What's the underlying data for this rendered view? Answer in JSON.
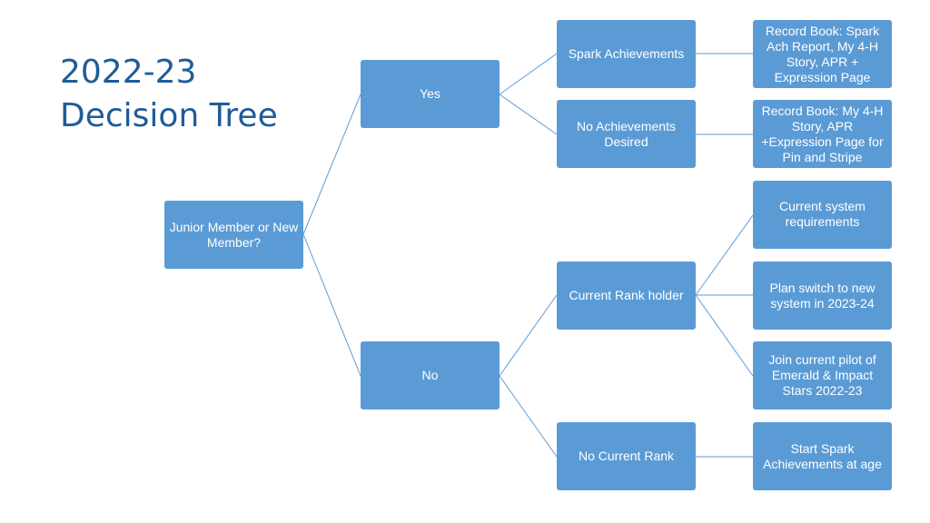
{
  "title": {
    "line1": "2022-23",
    "line2": "Decision Tree"
  },
  "nodes": {
    "root": "Junior Member or New Member?",
    "yes": "Yes",
    "no": "No",
    "spark_achievements": "Spark Achievements",
    "no_achievements_desired": "No Achievements Desired",
    "current_rank_holder": "Current Rank holder",
    "no_current_rank": "No Current Rank",
    "record_book_spark": "Record Book: Spark Ach Report, My 4-H Story, APR + Expression Page",
    "record_book_pin_stripe": "Record Book: My 4-H Story, APR +Expression Page for Pin and Stripe",
    "current_system": "Current system requirements",
    "plan_switch": "Plan switch to new system in 2023-24",
    "join_pilot": "Join current pilot of Emerald & Impact Stars 2022-23",
    "start_spark": "Start Spark Achievements at age"
  },
  "colors": {
    "node_fill": "#5b9bd5",
    "connector": "#5b9bd5",
    "title": "#1f5c99"
  }
}
